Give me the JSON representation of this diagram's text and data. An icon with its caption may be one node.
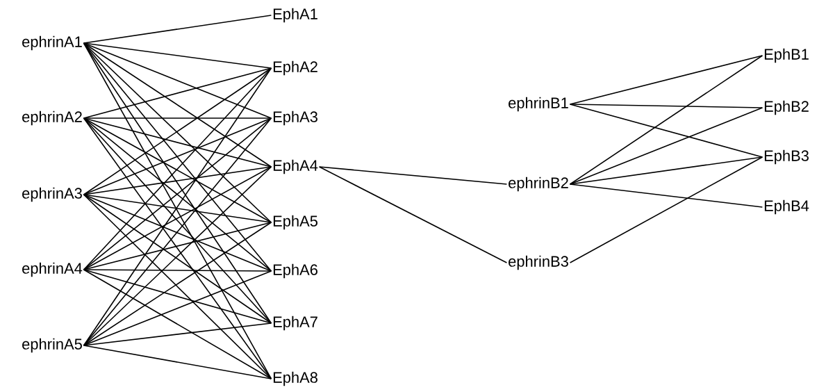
{
  "diagram": {
    "nodes": [
      {
        "text": [
          "ephrinA1"
        ]
      },
      {
        "text": [
          "ephrinA2"
        ]
      },
      {
        "text": [
          "ephrinA3"
        ]
      },
      {
        "text": [
          "ephrinA4"
        ]
      },
      {
        "text": [
          "ephrinA5"
        ]
      },
      {
        "text": [
          "EphA1"
        ]
      },
      {
        "text": [
          "EphA2"
        ]
      },
      {
        "text": [
          "EphA3"
        ]
      },
      {
        "text": [
          "EphA4"
        ]
      },
      {
        "text": [
          "EphA5"
        ]
      },
      {
        "text": [
          "EphA6"
        ]
      },
      {
        "text": [
          "EphA7"
        ]
      },
      {
        "text": [
          "EphA8"
        ]
      },
      {
        "text": [
          "ephrinB1"
        ]
      },
      {
        "text": [
          "ephrinB2"
        ]
      },
      {
        "text": [
          "ephrinB3"
        ]
      },
      {
        "text": [
          "EphB1"
        ]
      },
      {
        "text": [
          "EphB2"
        ]
      },
      {
        "text": [
          "EphB3"
        ]
      },
      {
        "text": [
          "EphB4"
        ]
      }
    ],
    "edges": [
      {
        "from": 0,
        "to": 5,
        "arrow": "none"
      },
      {
        "from": 0,
        "to": 6,
        "arrow": "none"
      },
      {
        "from": 0,
        "to": 7,
        "arrow": "none"
      },
      {
        "from": 0,
        "to": 8,
        "arrow": "none"
      },
      {
        "from": 0,
        "to": 9,
        "arrow": "none"
      },
      {
        "from": 0,
        "to": 10,
        "arrow": "none"
      },
      {
        "from": 0,
        "to": 11,
        "arrow": "none"
      },
      {
        "from": 0,
        "to": 12,
        "arrow": "none"
      },
      {
        "from": 1,
        "to": 6,
        "arrow": "none"
      },
      {
        "from": 1,
        "to": 7,
        "arrow": "none"
      },
      {
        "from": 1,
        "to": 8,
        "arrow": "none"
      },
      {
        "from": 1,
        "to": 9,
        "arrow": "none"
      },
      {
        "from": 1,
        "to": 10,
        "arrow": "none"
      },
      {
        "from": 1,
        "to": 11,
        "arrow": "none"
      },
      {
        "from": 1,
        "to": 12,
        "arrow": "none"
      },
      {
        "from": 2,
        "to": 6,
        "arrow": "none"
      },
      {
        "from": 2,
        "to": 7,
        "arrow": "none"
      },
      {
        "from": 2,
        "to": 8,
        "arrow": "none"
      },
      {
        "from": 2,
        "to": 9,
        "arrow": "none"
      },
      {
        "from": 2,
        "to": 10,
        "arrow": "none"
      },
      {
        "from": 2,
        "to": 11,
        "arrow": "none"
      },
      {
        "from": 2,
        "to": 12,
        "arrow": "none"
      },
      {
        "from": 3,
        "to": 6,
        "arrow": "none"
      },
      {
        "from": 3,
        "to": 7,
        "arrow": "none"
      },
      {
        "from": 3,
        "to": 8,
        "arrow": "none"
      },
      {
        "from": 3,
        "to": 9,
        "arrow": "none"
      },
      {
        "from": 3,
        "to": 10,
        "arrow": "none"
      },
      {
        "from": 3,
        "to": 11,
        "arrow": "none"
      },
      {
        "from": 3,
        "to": 12,
        "arrow": "none"
      },
      {
        "from": 4,
        "to": 6,
        "arrow": "none"
      },
      {
        "from": 4,
        "to": 7,
        "arrow": "none"
      },
      {
        "from": 4,
        "to": 8,
        "arrow": "none"
      },
      {
        "from": 4,
        "to": 9,
        "arrow": "none"
      },
      {
        "from": 4,
        "to": 10,
        "arrow": "none"
      },
      {
        "from": 4,
        "to": 11,
        "arrow": "none"
      },
      {
        "from": 4,
        "to": 12,
        "arrow": "none"
      },
      {
        "from": 8,
        "to": 14,
        "arrow": "none"
      },
      {
        "from": 8,
        "to": 15,
        "arrow": "none"
      },
      {
        "from": 13,
        "to": 16,
        "arrow": "none"
      },
      {
        "from": 13,
        "to": 17,
        "arrow": "none"
      },
      {
        "from": 13,
        "to": 18,
        "arrow": "none"
      },
      {
        "from": 14,
        "to": 16,
        "arrow": "none"
      },
      {
        "from": 14,
        "to": 17,
        "arrow": "none"
      },
      {
        "from": 14,
        "to": 18,
        "arrow": "none"
      },
      {
        "from": 14,
        "to": 19,
        "arrow": "none"
      },
      {
        "from": 15,
        "to": 18,
        "arrow": "none"
      }
    ]
  }
}
